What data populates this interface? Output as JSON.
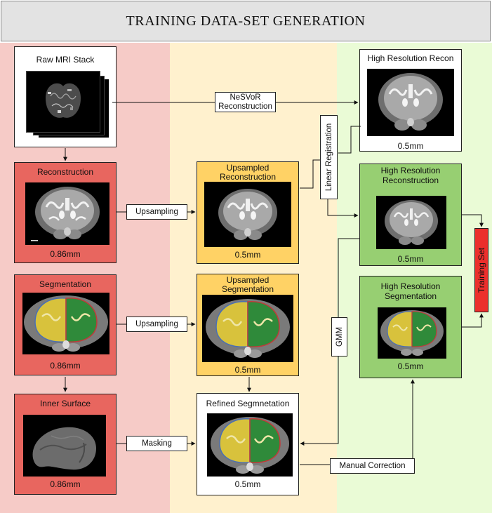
{
  "title": "TRAINING DATA-SET GENERATION",
  "nodes": {
    "raw_mri": {
      "title": "Raw MRI Stack"
    },
    "reconstruction": {
      "title": "Reconstruction",
      "resolution": "0.86mm"
    },
    "segmentation": {
      "title": "Segmentation",
      "resolution": "0.86mm"
    },
    "inner_surface": {
      "title": "Inner Surface",
      "resolution": "0.86mm"
    },
    "up_recon": {
      "title_line1": "Upsampled",
      "title_line2": "Reconstruction",
      "resolution": "0.5mm"
    },
    "up_seg": {
      "title_line1": "Upsampled",
      "title_line2": "Segmentation",
      "resolution": "0.5mm"
    },
    "refined_seg": {
      "title": "Refined Segmnetation",
      "resolution": "0.5mm"
    },
    "hr_recon_top": {
      "title": "High Resolution Recon",
      "resolution": "0.5mm"
    },
    "hr_recon": {
      "title_line1": "High Resolution",
      "title_line2": "Reconstruction",
      "resolution": "0.5mm"
    },
    "hr_seg": {
      "title_line1": "High Resolution",
      "title_line2": "Segmentation",
      "resolution": "0.5mm"
    }
  },
  "edge_labels": {
    "nesvor_line1": "NeSVoR",
    "nesvor_line2": "Reconstruction",
    "upsampling_recon": "Upsampling",
    "upsampling_seg": "Upsampling",
    "masking": "Masking",
    "linear_registration": "Linear Registration",
    "gmm": "GMM",
    "manual_correction": "Manual Correction",
    "training_set": "Training Set"
  },
  "colors": {
    "column_red": "#f6cbc7",
    "column_yellow": "#fff1ce",
    "column_green": "#eafbd6",
    "node_red": "#e8665f",
    "node_yellow": "#ffd265",
    "node_green": "#97cf72",
    "training_set": "#ec2f2c",
    "seg_left_hemisphere": "#d8c23c",
    "seg_right_hemisphere": "#2f8a3a"
  }
}
